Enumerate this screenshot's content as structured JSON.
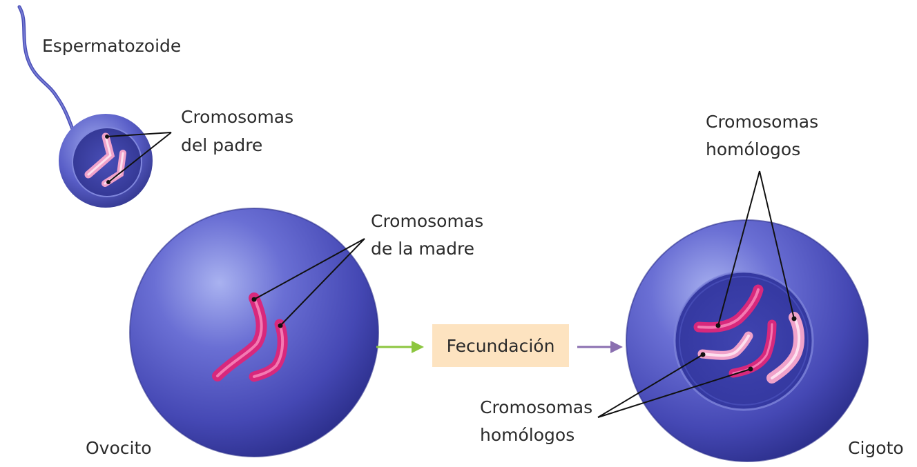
{
  "labels": {
    "sperm": "Espermatozoide",
    "father_chromosomes_line1": "Cromosomas",
    "father_chromosomes_line2": "del padre",
    "mother_chromosomes_line1": "Cromosomas",
    "mother_chromosomes_line2": "de la madre",
    "homologous_top_line1": "Cromosomas",
    "homologous_top_line2": "homólogos",
    "homologous_bottom_line1": "Cromosomas",
    "homologous_bottom_line2": "homólogos",
    "ovocyte": "Ovocito",
    "zygote": "Cigoto",
    "process": "Fecundación"
  },
  "colors": {
    "cell_blue": "#5656c4",
    "cell_dark": "#2a2f88",
    "nucleus_blue": "#3b3fa8",
    "maternal_chromosome": "#d8287c",
    "paternal_chromosome": "#f0a2ca",
    "arrow_green": "#8cc63f",
    "arrow_purple": "#8a6fb0",
    "process_box": "#fde3c0"
  }
}
